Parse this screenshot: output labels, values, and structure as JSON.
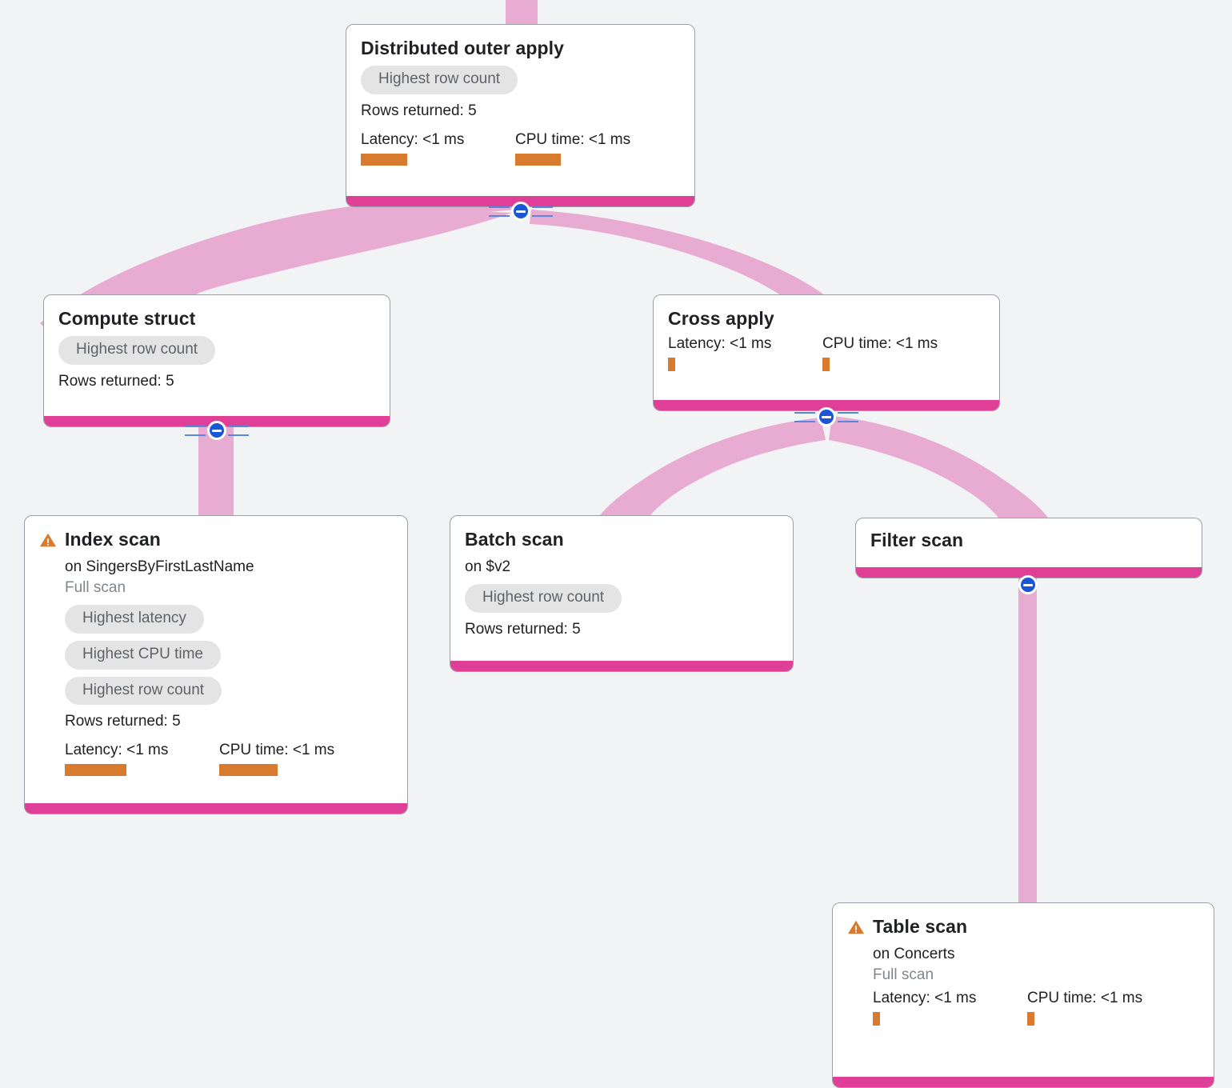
{
  "theme": {
    "background": "#f1f3f4",
    "node_background": "#ffffff",
    "node_border": "#9aa0a6",
    "node_bar": "#df3f97",
    "edge": "#e8abd1",
    "metric_bar": "#d97b2e",
    "chip_background": "#e4e4e4",
    "chip_text": "#5f6368",
    "toggle": "#1a56d6",
    "warning": "#d97b2e"
  },
  "labels": {
    "rows_returned_prefix": "Rows returned:",
    "latency_prefix": "Latency:",
    "cpu_prefix": "CPU time:",
    "full_scan": "Full scan"
  },
  "nodes": [
    {
      "id": "distributed-outer-apply",
      "title": "Distributed outer apply",
      "warning": false,
      "subtitle": null,
      "scan_note": null,
      "chips": [
        "Highest row count"
      ],
      "rows_returned": "Rows returned: 5",
      "latency_label": "Latency: <1 ms",
      "cpu_label": "CPU time: <1 ms",
      "latency_bar_width": 58,
      "cpu_bar_width": 57,
      "has_toggle": true,
      "toggle_rails": true
    },
    {
      "id": "compute-struct",
      "title": "Compute struct",
      "warning": false,
      "subtitle": null,
      "scan_note": null,
      "chips": [
        "Highest row count"
      ],
      "rows_returned": "Rows returned: 5",
      "latency_label": null,
      "cpu_label": null,
      "has_toggle": true,
      "toggle_rails": true
    },
    {
      "id": "cross-apply",
      "title": "Cross apply",
      "warning": false,
      "subtitle": null,
      "scan_note": null,
      "chips": [],
      "rows_returned": null,
      "latency_label": "Latency: <1 ms",
      "cpu_label": "CPU time: <1 ms",
      "latency_bar_width": 9,
      "cpu_bar_width": 9,
      "thin_bars": true,
      "has_toggle": true,
      "toggle_rails": true
    },
    {
      "id": "index-scan",
      "title": "Index scan",
      "warning": true,
      "subtitle": "on SingersByFirstLastName",
      "scan_note": "Full scan",
      "chips": [
        "Highest latency",
        "Highest CPU time",
        "Highest row count"
      ],
      "rows_returned": "Rows returned: 5",
      "latency_label": "Latency: <1 ms",
      "cpu_label": "CPU time: <1 ms",
      "latency_bar_width": 77,
      "cpu_bar_width": 73,
      "has_toggle": false,
      "toggle_rails": false
    },
    {
      "id": "batch-scan",
      "title": "Batch scan",
      "warning": false,
      "subtitle": "on $v2",
      "scan_note": null,
      "chips": [
        "Highest row count"
      ],
      "rows_returned": "Rows returned: 5",
      "latency_label": null,
      "cpu_label": null,
      "has_toggle": false,
      "toggle_rails": false
    },
    {
      "id": "filter-scan",
      "title": "Filter scan",
      "warning": false,
      "subtitle": null,
      "scan_note": null,
      "chips": [],
      "rows_returned": null,
      "latency_label": null,
      "cpu_label": null,
      "has_toggle": true,
      "toggle_rails": false
    },
    {
      "id": "table-scan",
      "title": "Table scan",
      "warning": true,
      "subtitle": "on Concerts",
      "scan_note": "Full scan",
      "chips": [],
      "rows_returned": null,
      "latency_label": "Latency: <1 ms",
      "cpu_label": "CPU time: <1 ms",
      "latency_bar_width": 9,
      "cpu_bar_width": 9,
      "thin_bars": true,
      "has_toggle": false,
      "toggle_rails": false
    }
  ],
  "edges": [
    {
      "from": "root-inlet",
      "to": "distributed-outer-apply"
    },
    {
      "from": "distributed-outer-apply",
      "to": "compute-struct"
    },
    {
      "from": "distributed-outer-apply",
      "to": "cross-apply"
    },
    {
      "from": "compute-struct",
      "to": "index-scan"
    },
    {
      "from": "cross-apply",
      "to": "batch-scan"
    },
    {
      "from": "cross-apply",
      "to": "filter-scan"
    },
    {
      "from": "filter-scan",
      "to": "table-scan"
    }
  ]
}
